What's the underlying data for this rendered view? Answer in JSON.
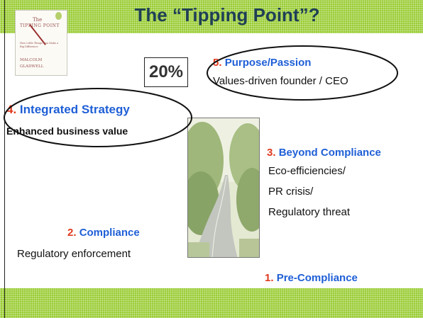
{
  "title": "The “Tipping Point”?",
  "percent_box": "20%",
  "book_cover": {
    "title_line1": "The",
    "title_line2": "TIPPING POINT",
    "subtitle": "How Little Things Can Make a Big Difference",
    "author_line1": "MALCOLM",
    "author_line2": "GLADWELL"
  },
  "stages": [
    {
      "number": "1.",
      "label": "Pre-Compliance",
      "description": []
    },
    {
      "number": "2.",
      "label": "Compliance",
      "description": [
        "Regulatory enforcement"
      ]
    },
    {
      "number": "3.",
      "label": "Beyond Compliance",
      "description": [
        "Eco-efficiencies/",
        "PR crisis/",
        "Regulatory threat"
      ]
    },
    {
      "number": "4.",
      "label": "Integrated Strategy",
      "description": [
        "Enhanced business value"
      ]
    },
    {
      "number": "5.",
      "label": "Purpose/Passion",
      "description": [
        "Values-driven founder / CEO"
      ]
    }
  ],
  "colors": {
    "band_green": "#99cc33",
    "title_text": "#1f3f56",
    "stage_number_red": "#e03a1e",
    "stage_label_blue": "#1f5fd6"
  }
}
